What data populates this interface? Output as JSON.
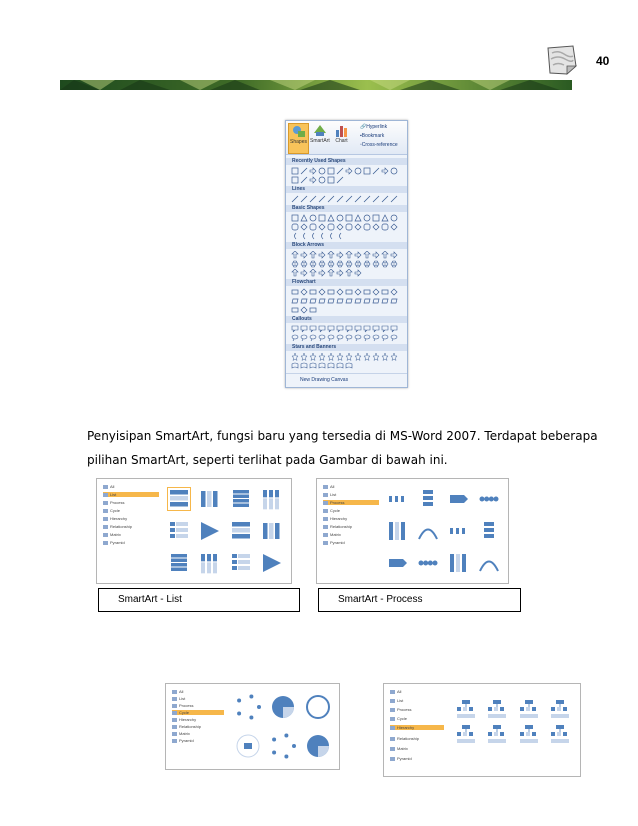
{
  "page": {
    "number": "40"
  },
  "shapes_panel": {
    "ribbon": {
      "buttons": [
        "Shapes",
        "SmartArt",
        "Chart"
      ],
      "links": [
        "Hyperlink",
        "Bookmark",
        "Cross-reference"
      ]
    },
    "sections": [
      "Recently Used Shapes",
      "Lines",
      "Basic Shapes",
      "Block Arrows",
      "Flowchart",
      "Callouts",
      "Stars and Banners"
    ],
    "footer": "New Drawing Canvas"
  },
  "paragraph": {
    "line1": "Penyisipan SmartArt, fungsi baru yang tersedia di MS-Word 2007. Terdapat beberapa",
    "line2": "pilihan SmartArt, seperti terlihat pada Gambar di bawah ini."
  },
  "smartart_categories": [
    "All",
    "List",
    "Process",
    "Cycle",
    "Hierarchy",
    "Relationship",
    "Matrix",
    "Pyramid"
  ],
  "selected": {
    "list": "List",
    "process": "Process",
    "cycle": "Cycle",
    "hierarchy": "Hierarchy"
  },
  "captions": {
    "list": "SmartArt - List",
    "process": "SmartArt - Process"
  },
  "colors": {
    "accent": "#4f81bd",
    "accent_light": "#c6d5ea",
    "selection": "#f6b74a",
    "banner_dark": "#1e4a1e",
    "banner_light": "#9bbf4e"
  }
}
